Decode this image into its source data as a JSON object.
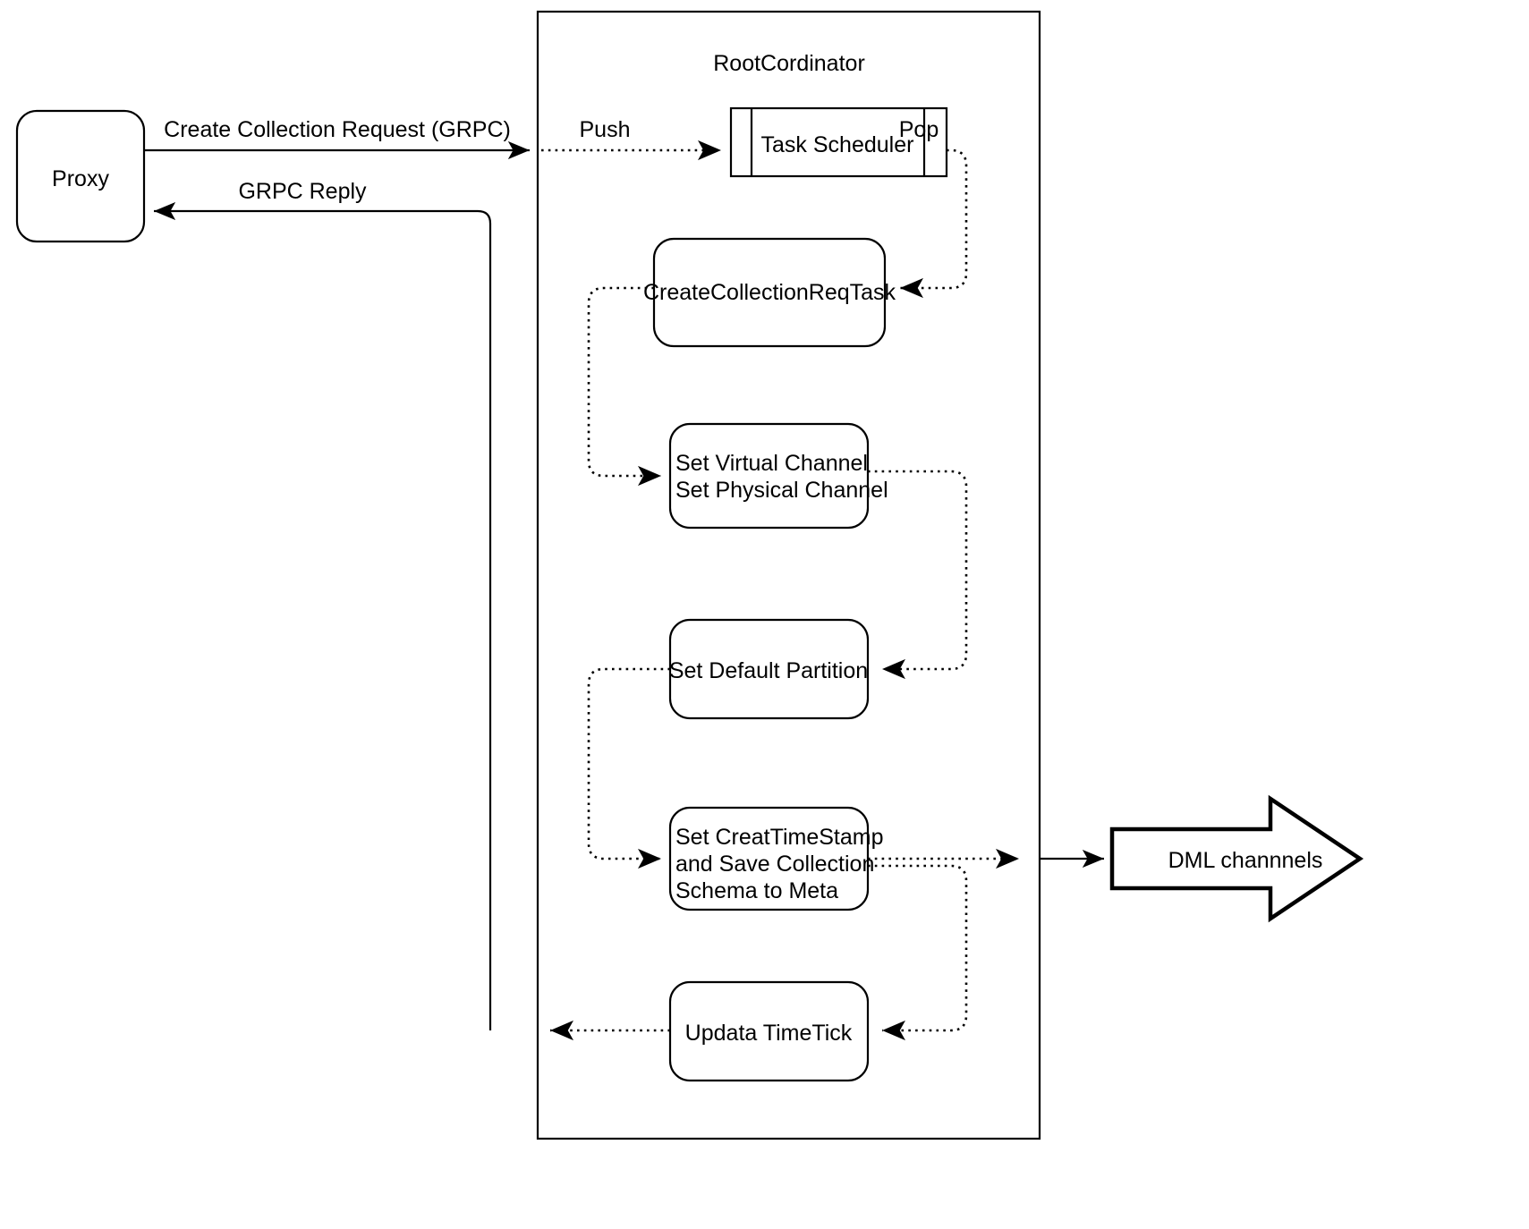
{
  "diagram": {
    "title_text": "RootCordinator",
    "colors": {
      "stroke": "#000000",
      "fill": "#ffffff",
      "text": "#000000"
    },
    "nodes": {
      "proxy": {
        "label": "Proxy",
        "shape": "rounded-rect"
      },
      "task_scheduler": {
        "label": "Task Scheduler",
        "shape": "queue-datastore"
      },
      "create_collection_req_task": {
        "label": "CreateCollectionReqTask",
        "shape": "rounded-rect"
      },
      "set_channel": {
        "label_line1": "Set Virtual Channel",
        "label_line2": "Set Physical Channel",
        "shape": "rounded-rect"
      },
      "set_default_partition": {
        "label": "Set Default Partition",
        "shape": "rounded-rect"
      },
      "set_create_timestamp": {
        "label_line1": "Set CreatTimeStamp",
        "label_line2": "and Save Collection",
        "label_line3": "Schema to Meta",
        "shape": "rounded-rect"
      },
      "update_timetick": {
        "label": "Updata TimeTick",
        "shape": "rounded-rect"
      },
      "dml_channels": {
        "label": "DML channnels",
        "shape": "block-arrow-right"
      }
    },
    "edges": {
      "create_collection_request": {
        "label": "Create Collection Request (GRPC)",
        "style": "solid"
      },
      "grpc_reply": {
        "label": "GRPC Reply",
        "style": "solid"
      },
      "push": {
        "label": "Push",
        "style": "dotted"
      },
      "pop": {
        "label": "Pop",
        "style": "dotted"
      },
      "task_to_channel": {
        "label": "",
        "style": "dotted"
      },
      "channel_to_partition": {
        "label": "",
        "style": "dotted"
      },
      "partition_to_timestamp": {
        "label": "",
        "style": "dotted"
      },
      "timestamp_to_timetick": {
        "label": "",
        "style": "dotted"
      },
      "timestamp_to_dml": {
        "label": "",
        "style": "solid"
      },
      "timetick_to_reply": {
        "label": "",
        "style": "dotted"
      }
    }
  }
}
